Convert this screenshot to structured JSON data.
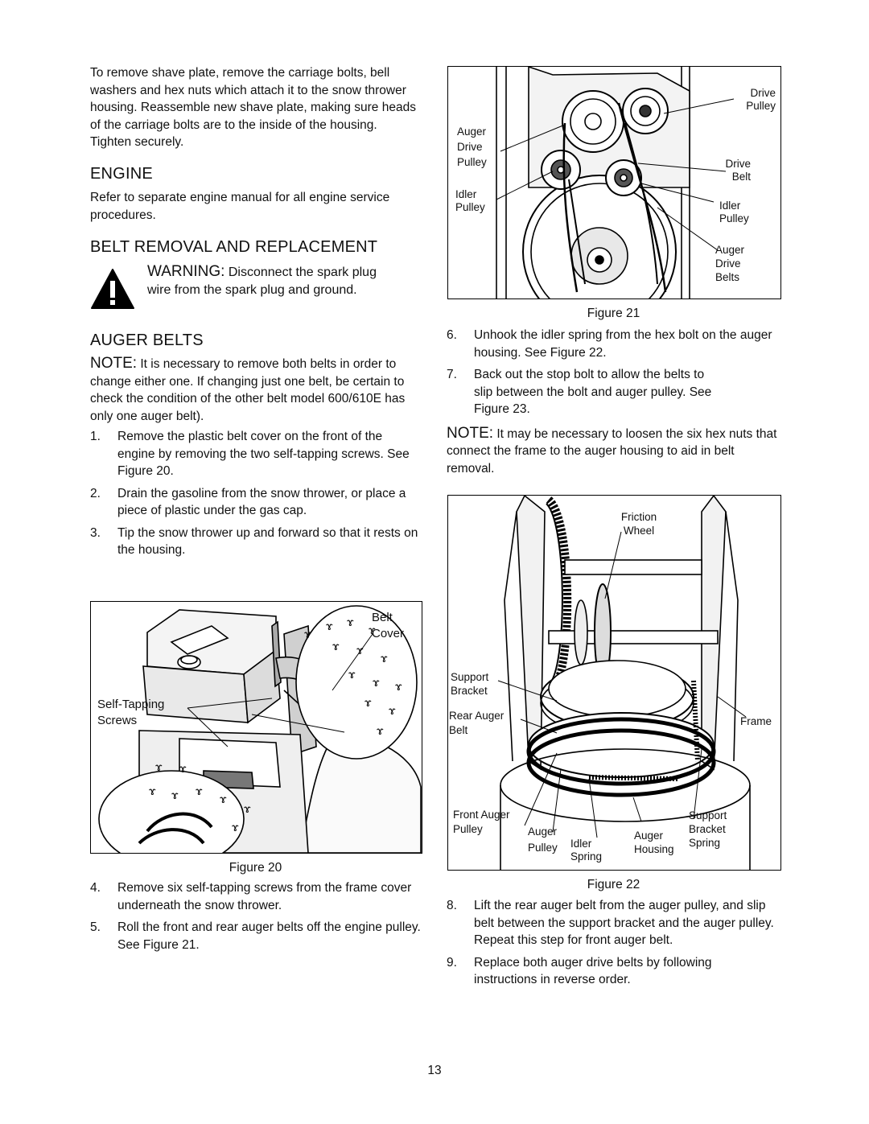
{
  "left": {
    "intro": "To remove shave plate, remove the carriage bolts, bell washers and hex nuts which attach it to the snow thrower housing. Reassemble new shave plate, making sure heads of the carriage bolts are to the inside of the housing. Tighten securely.",
    "engine_heading": "ENGINE",
    "engine_text": "Refer to separate engine manual for all engine service procedures.",
    "belt_heading": "BELT REMOVAL AND REPLACEMENT",
    "warning_lead": "WARNING:",
    "warning_text": "Disconnect the spark plug wire from the spark plug and ground.",
    "auger_heading": "AUGER BELTS",
    "note_lead": "NOTE:",
    "note_text": "It is necessary to remove both belts in order to change either one. If changing just one belt, be certain to check the condition of the other belt model 600/610E has only one auger belt).",
    "steps": [
      {
        "num": "1.",
        "text": "Remove the plastic belt cover on the front of the engine by removing the two self-tapping screws. See Figure 20."
      },
      {
        "num": "2.",
        "text": "Drain the gasoline from the snow thrower, or place a piece of plastic under the gas cap."
      },
      {
        "num": "3.",
        "text": "Tip the snow thrower up and forward so that it rests on the housing."
      }
    ],
    "figure20": {
      "caption": "Figure 20",
      "label_belt_cover": "Belt Cover",
      "label_screws": "Self-Tapping Screws"
    },
    "steps2": [
      {
        "num": "4.",
        "text": "Remove six self-tapping screws from the frame cover underneath the snow thrower."
      },
      {
        "num": "5.",
        "text": "Roll the front and rear auger belts off the engine pulley. See Figure 21."
      }
    ]
  },
  "right": {
    "figure21": {
      "caption": "Figure 21",
      "label_auger_drive_pulley": "Auger Drive Pulley",
      "label_idler_pulley_left": "Idler Pulley",
      "label_drive_pulley": "Drive Pulley",
      "label_drive_belt": "Drive Belt",
      "label_idler_pulley_right": "Idler Pulley",
      "label_auger_drive_belts": "Auger Drive Belts"
    },
    "steps": [
      {
        "num": "6.",
        "text": "Unhook the idler spring from the hex bolt on the auger housing. See Figure 22."
      },
      {
        "num": "7.",
        "text": "Back out the stop bolt to allow the belts to slip between the bolt and auger pulley. See Figure 23."
      }
    ],
    "note_lead": "NOTE:",
    "note_text": "It may be necessary to loosen the six hex nuts that connect the frame to the auger housing to aid in belt removal.",
    "figure22": {
      "caption": "Figure 22",
      "label_friction_wheel": "Friction Wheel",
      "label_support_bracket_left": "Support Bracket",
      "label_rear_auger_belt": "Rear Auger Belt",
      "label_frame": "Frame",
      "label_front_auger_pulley": "Front Auger Pulley",
      "label_auger_pulley": "Auger Pulley",
      "label_idler_spring": "Idler Spring",
      "label_auger_housing": "Auger Housing",
      "label_support_bracket_spring": "Support Bracket Spring"
    },
    "steps2": [
      {
        "num": "8.",
        "text": "Lift the rear auger belt from the auger pulley, and slip belt between the support bracket and the auger pulley. Repeat this step for front auger belt."
      },
      {
        "num": "9.",
        "text": "Replace both auger drive belts by following instructions in reverse order."
      }
    ]
  },
  "footer": {
    "page_number": "13"
  }
}
